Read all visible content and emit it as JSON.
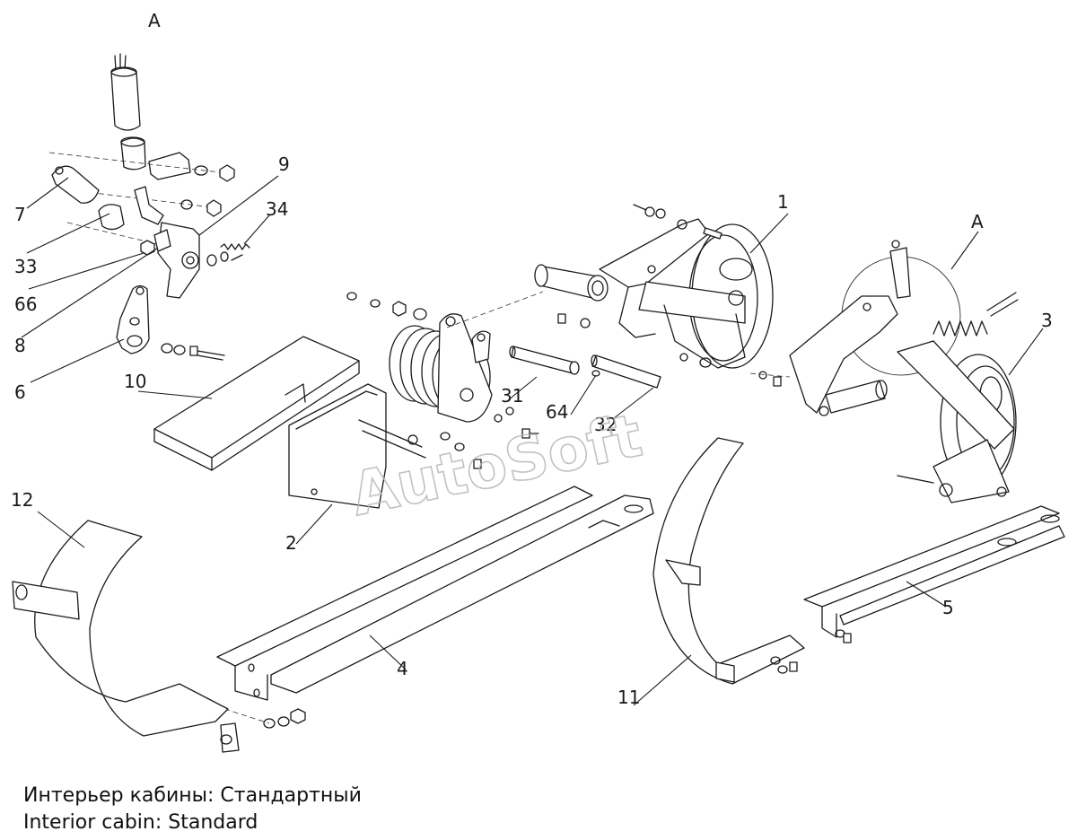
{
  "view_marker": "A",
  "callouts": [
    "1",
    "2",
    "3",
    "4",
    "5",
    "6",
    "7",
    "8",
    "9",
    "10",
    "11",
    "12",
    "31",
    "32",
    "33",
    "34",
    "64",
    "66"
  ],
  "watermark": "AutoSoft",
  "caption": {
    "line_ru": "Интерьер кабины: Стандартный",
    "line_en": "Interior cabin: Standard"
  },
  "colors": {
    "line": "#1a1a1a",
    "background": "#ffffff",
    "watermark": "#b8b8b8"
  }
}
